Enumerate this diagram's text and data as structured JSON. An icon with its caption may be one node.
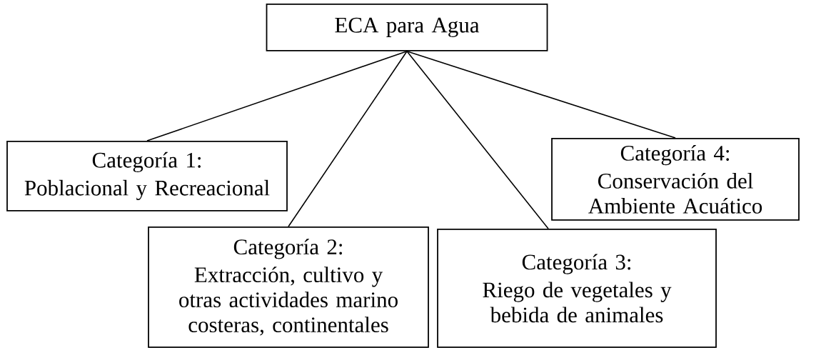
{
  "diagram": {
    "nodes": [
      {
        "text": [
          "ECA para Agua"
        ]
      },
      {
        "text": [
          "Categoría 1:",
          "Poblacional y Recreacional"
        ]
      },
      {
        "text": [
          "Categoría 2:",
          "Extracción, cultivo y otras actividades marino costeras, continentales"
        ]
      },
      {
        "text": [
          "Categoría 3:",
          "Riego de vegetales y bebida de animales"
        ]
      },
      {
        "text": [
          "Categoría 4:",
          "Conservación del Ambiente Acuático"
        ]
      }
    ],
    "edges": [
      {
        "from": 0,
        "to": 1,
        "arrow": "none"
      },
      {
        "from": 0,
        "to": 2,
        "arrow": "none"
      },
      {
        "from": 0,
        "to": 3,
        "arrow": "none"
      },
      {
        "from": 0,
        "to": 4,
        "arrow": "none"
      }
    ]
  }
}
